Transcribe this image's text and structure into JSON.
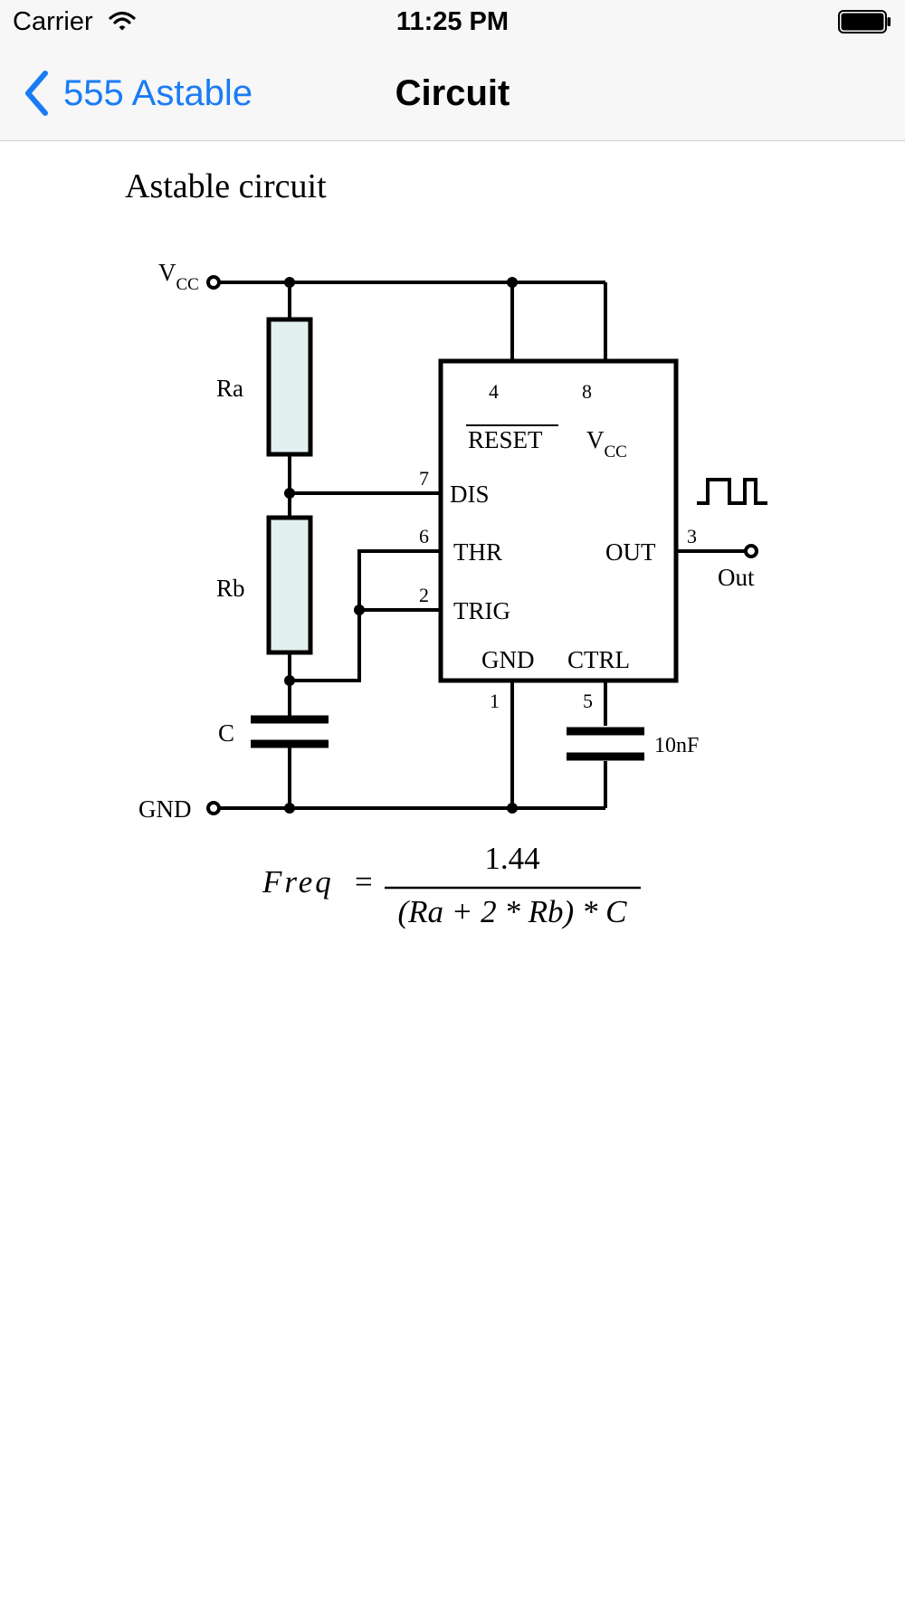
{
  "status": {
    "carrier": "Carrier",
    "time": "11:25 PM",
    "wifi_icon": "wifi-icon",
    "battery_icon": "battery-icon"
  },
  "nav": {
    "back_label": "555 Astable",
    "back_icon": "chevron-left-icon",
    "title": "Circuit",
    "accent_color": "#1a7cf5"
  },
  "diagram": {
    "heading": "Astable circuit",
    "vcc_label": {
      "main": "V",
      "sub": "CC"
    },
    "gnd_label": "GND",
    "ra_label": "Ra",
    "rb_label": "Rb",
    "c_label": "C",
    "cap_value": "10nF",
    "out_label": "Out",
    "resistor_fill": "#e2f0f0",
    "chip": {
      "reset": "RESET",
      "vcc": {
        "main": "V",
        "sub": "CC"
      },
      "dis": "DIS",
      "thr": "THR",
      "trig": "TRIG",
      "out": "OUT",
      "gnd": "GND",
      "ctrl": "CTRL",
      "pins": {
        "reset": "4",
        "vcc": "8",
        "dis": "7",
        "thr": "6",
        "trig": "2",
        "out": "3",
        "gnd": "1",
        "ctrl": "5"
      }
    },
    "formula": {
      "lhs": "Freq",
      "equals": "=",
      "numerator": "1.44",
      "denominator": "(Ra + 2 * Rb) * C"
    }
  }
}
